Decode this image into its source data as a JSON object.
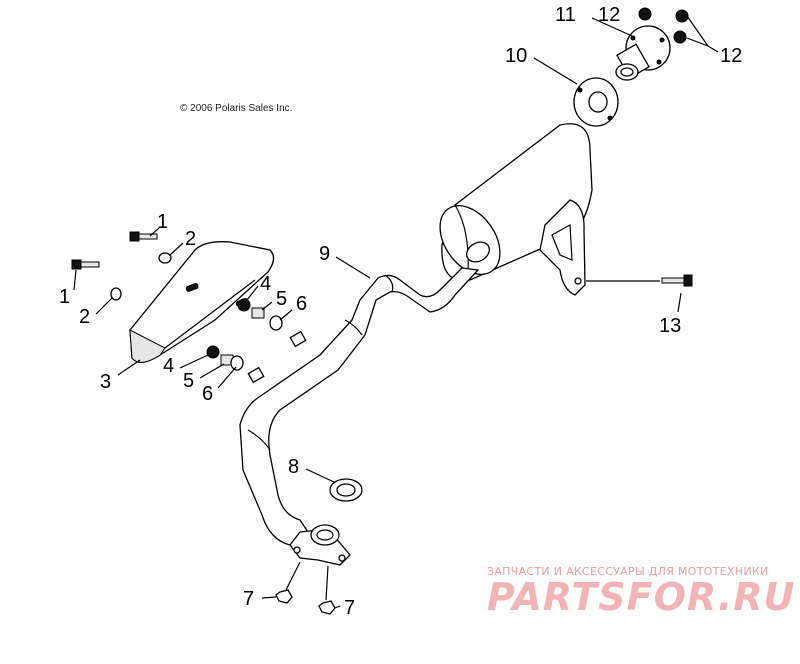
{
  "diagram": {
    "copyright": "© 2006 Polaris Sales Inc.",
    "watermark": {
      "tagline": "ЗАПЧАСТИ И АКСЕССУАРЫ ДЛЯ МОТОТЕХНИКИ",
      "brand": "PARTSFOR.RU"
    },
    "callouts": [
      "1",
      "2",
      "1",
      "2",
      "3",
      "4",
      "5",
      "6",
      "4",
      "5",
      "6",
      "7",
      "7",
      "8",
      "9",
      "10",
      "11",
      "12",
      "12",
      "13"
    ]
  }
}
